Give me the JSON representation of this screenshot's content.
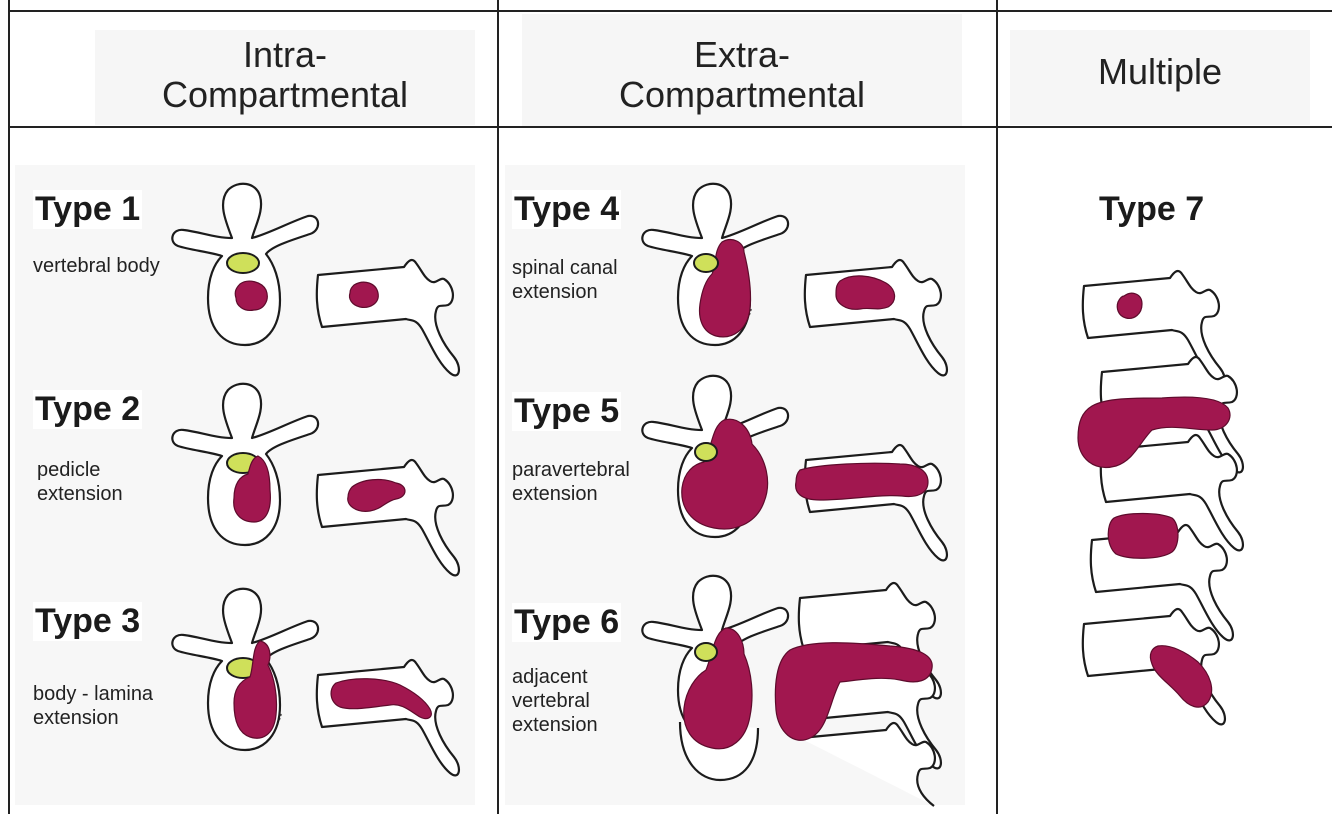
{
  "headers": {
    "intra": "Intra-\nCompartmental",
    "extra": "Extra-\nCompartmental",
    "multiple": "Multiple"
  },
  "types": [
    {
      "label": "Type 1",
      "desc": "vertebral body"
    },
    {
      "label": "Type 2",
      "desc": "pedicle\nextension"
    },
    {
      "label": "Type 3",
      "desc": "body - lamina\nextension"
    },
    {
      "label": "Type 4",
      "desc": "spinal canal\nextension"
    },
    {
      "label": "Type 5",
      "desc": "paravertebral\nextension"
    },
    {
      "label": "Type 6",
      "desc": "adjacent\nvertebral\nextension"
    },
    {
      "label": "Type 7",
      "desc": ""
    }
  ],
  "colors": {
    "tumor": "#a1174f",
    "spinal_canal": "#cfe05a",
    "lines": "#222222"
  }
}
